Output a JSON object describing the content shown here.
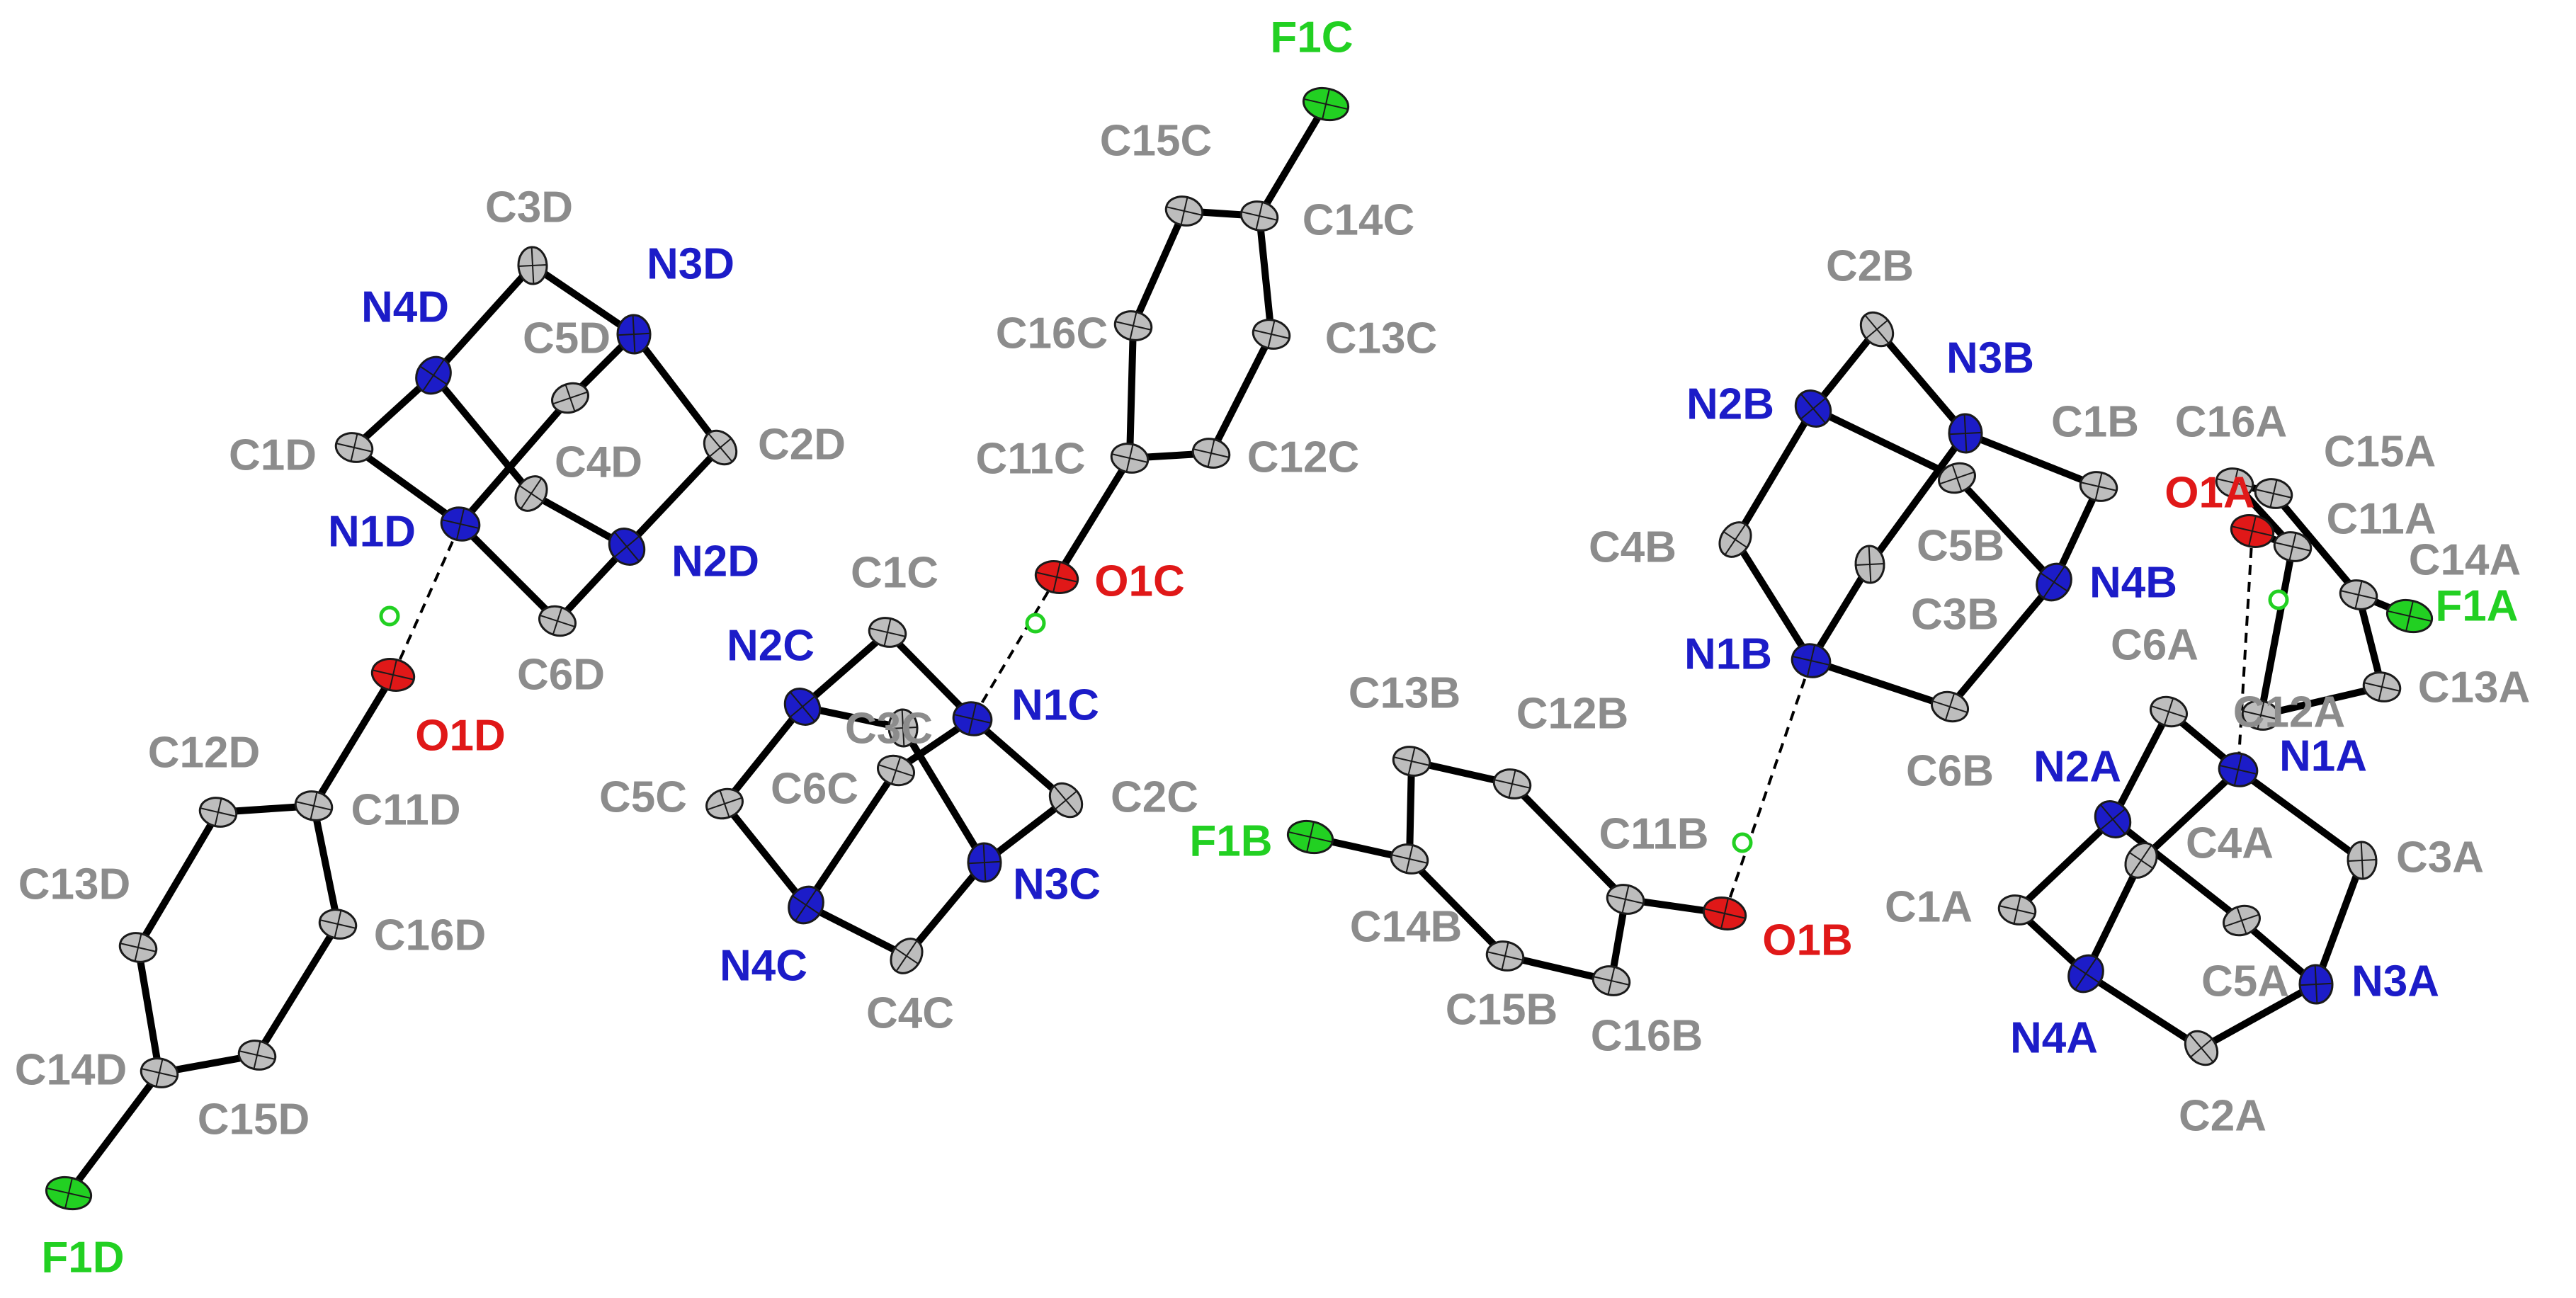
{
  "colors": {
    "C": "#bdbdbd",
    "N": "#1c1cc8",
    "O": "#e01818",
    "F": "#22d022",
    "H": "#ffffff",
    "bond": "#000000",
    "label_C": "#8c8c8c",
    "label_N": "#1c1cc8",
    "label_O": "#e01818",
    "label_F": "#22d022"
  },
  "atoms": [
    {
      "id": "C3D",
      "el": "C",
      "label": "C3D"
    },
    {
      "id": "N3D",
      "el": "N",
      "label": "N3D"
    },
    {
      "id": "N4D",
      "el": "N",
      "label": "N4D"
    },
    {
      "id": "C5D",
      "el": "C",
      "label": "C5D"
    },
    {
      "id": "C1D",
      "el": "C",
      "label": "C1D"
    },
    {
      "id": "C4D",
      "el": "C",
      "label": "C4D"
    },
    {
      "id": "C2D",
      "el": "C",
      "label": "C2D"
    },
    {
      "id": "N1D",
      "el": "N",
      "label": "N1D"
    },
    {
      "id": "N2D",
      "el": "N",
      "label": "N2D"
    },
    {
      "id": "C6D",
      "el": "C",
      "label": "C6D"
    },
    {
      "id": "H1D",
      "el": "H",
      "label": ""
    },
    {
      "id": "O1D",
      "el": "O",
      "label": "O1D"
    },
    {
      "id": "C11D",
      "el": "C",
      "label": "C11D"
    },
    {
      "id": "C12D",
      "el": "C",
      "label": "C12D"
    },
    {
      "id": "C13D",
      "el": "C",
      "label": "C13D"
    },
    {
      "id": "C16D",
      "el": "C",
      "label": "C16D"
    },
    {
      "id": "C14D",
      "el": "C",
      "label": "C14D"
    },
    {
      "id": "C15D",
      "el": "C",
      "label": "C15D"
    },
    {
      "id": "F1D",
      "el": "F",
      "label": "F1D"
    },
    {
      "id": "F1C",
      "el": "F",
      "label": "F1C"
    },
    {
      "id": "C15C",
      "el": "C",
      "label": "C15C"
    },
    {
      "id": "C14C",
      "el": "C",
      "label": "C14C"
    },
    {
      "id": "C16C",
      "el": "C",
      "label": "C16C"
    },
    {
      "id": "C13C",
      "el": "C",
      "label": "C13C"
    },
    {
      "id": "C11C",
      "el": "C",
      "label": "C11C"
    },
    {
      "id": "C12C",
      "el": "C",
      "label": "C12C"
    },
    {
      "id": "O1C",
      "el": "O",
      "label": "O1C"
    },
    {
      "id": "H1C",
      "el": "H",
      "label": ""
    },
    {
      "id": "C1C",
      "el": "C",
      "label": "C1C"
    },
    {
      "id": "N2C",
      "el": "N",
      "label": "N2C"
    },
    {
      "id": "C3C",
      "el": "C",
      "label": "C3C"
    },
    {
      "id": "N1C",
      "el": "N",
      "label": "N1C"
    },
    {
      "id": "C6C",
      "el": "C",
      "label": "C6C"
    },
    {
      "id": "C5C",
      "el": "C",
      "label": "C5C"
    },
    {
      "id": "C2C",
      "el": "C",
      "label": "C2C"
    },
    {
      "id": "N3C",
      "el": "N",
      "label": "N3C"
    },
    {
      "id": "N4C",
      "el": "N",
      "label": "N4C"
    },
    {
      "id": "C4C",
      "el": "C",
      "label": "C4C"
    },
    {
      "id": "C2B",
      "el": "C",
      "label": "C2B"
    },
    {
      "id": "N3B",
      "el": "N",
      "label": "N3B"
    },
    {
      "id": "N2B",
      "el": "N",
      "label": "N2B"
    },
    {
      "id": "C1B",
      "el": "C",
      "label": "C1B"
    },
    {
      "id": "C5B",
      "el": "C",
      "label": "C5B"
    },
    {
      "id": "C4B",
      "el": "C",
      "label": "C4B"
    },
    {
      "id": "N4B",
      "el": "N",
      "label": "N4B"
    },
    {
      "id": "C3B",
      "el": "C",
      "label": "C3B"
    },
    {
      "id": "N1B",
      "el": "N",
      "label": "N1B"
    },
    {
      "id": "C6B",
      "el": "C",
      "label": "C6B"
    },
    {
      "id": "C13B",
      "el": "C",
      "label": "C13B"
    },
    {
      "id": "C12B",
      "el": "C",
      "label": "C12B"
    },
    {
      "id": "F1B",
      "el": "F",
      "label": "F1B"
    },
    {
      "id": "C14B",
      "el": "C",
      "label": "C14B"
    },
    {
      "id": "C11B",
      "el": "C",
      "label": "C11B"
    },
    {
      "id": "H1B",
      "el": "H",
      "label": ""
    },
    {
      "id": "O1B",
      "el": "O",
      "label": "O1B"
    },
    {
      "id": "C15B",
      "el": "C",
      "label": "C15B"
    },
    {
      "id": "C16B",
      "el": "C",
      "label": "C16B"
    },
    {
      "id": "C16A",
      "el": "C",
      "label": "C16A"
    },
    {
      "id": "C15A",
      "el": "C",
      "label": "C15A"
    },
    {
      "id": "O1A",
      "el": "O",
      "label": "O1A"
    },
    {
      "id": "C11A",
      "el": "C",
      "label": "C11A"
    },
    {
      "id": "C14A",
      "el": "C",
      "label": "C14A"
    },
    {
      "id": "H1A",
      "el": "H",
      "label": ""
    },
    {
      "id": "F1A",
      "el": "F",
      "label": "F1A"
    },
    {
      "id": "C13A",
      "el": "C",
      "label": "C13A"
    },
    {
      "id": "C6A",
      "el": "C",
      "label": "C6A"
    },
    {
      "id": "C12A",
      "el": "C",
      "label": "C12A"
    },
    {
      "id": "N2A",
      "el": "N",
      "label": "N2A"
    },
    {
      "id": "N1A",
      "el": "N",
      "label": "N1A"
    },
    {
      "id": "C4A",
      "el": "C",
      "label": "C4A"
    },
    {
      "id": "C3A",
      "el": "C",
      "label": "C3A"
    },
    {
      "id": "C1A",
      "el": "C",
      "label": "C1A"
    },
    {
      "id": "C5A",
      "el": "C",
      "label": "C5A"
    },
    {
      "id": "N3A",
      "el": "N",
      "label": "N3A"
    },
    {
      "id": "N4A",
      "el": "N",
      "label": "N4A"
    },
    {
      "id": "C2A",
      "el": "C",
      "label": "C2A"
    }
  ],
  "bonds": [
    [
      "C3D",
      "N4D"
    ],
    [
      "C3D",
      "N3D"
    ],
    [
      "N4D",
      "C1D"
    ],
    [
      "N4D",
      "C4D"
    ],
    [
      "N3D",
      "C5D"
    ],
    [
      "N3D",
      "C2D"
    ],
    [
      "C5D",
      "N1D"
    ],
    [
      "C1D",
      "N1D"
    ],
    [
      "N1D",
      "C6D"
    ],
    [
      "C6D",
      "N2D"
    ],
    [
      "C4D",
      "N2D"
    ],
    [
      "C2D",
      "N2D"
    ],
    [
      "O1D",
      "C11D"
    ],
    [
      "C11D",
      "C12D"
    ],
    [
      "C11D",
      "C16D"
    ],
    [
      "C12D",
      "C13D"
    ],
    [
      "C13D",
      "C14D"
    ],
    [
      "C16D",
      "C15D"
    ],
    [
      "C15D",
      "C14D"
    ],
    [
      "C14D",
      "F1D"
    ],
    [
      "F1C",
      "C14C"
    ],
    [
      "C14C",
      "C15C"
    ],
    [
      "C14C",
      "C13C"
    ],
    [
      "C15C",
      "C16C"
    ],
    [
      "C16C",
      "C11C"
    ],
    [
      "C13C",
      "C12C"
    ],
    [
      "C11C",
      "C12C"
    ],
    [
      "C11C",
      "O1C"
    ],
    [
      "C1C",
      "N2C"
    ],
    [
      "C1C",
      "N1C"
    ],
    [
      "N2C",
      "C3C"
    ],
    [
      "N2C",
      "C5C"
    ],
    [
      "C3C",
      "N3C"
    ],
    [
      "N1C",
      "C6C"
    ],
    [
      "N1C",
      "C2C"
    ],
    [
      "C2C",
      "N3C"
    ],
    [
      "C6C",
      "N4C"
    ],
    [
      "C5C",
      "N4C"
    ],
    [
      "N4C",
      "C4C"
    ],
    [
      "C4C",
      "N3C"
    ],
    [
      "C2B",
      "N2B"
    ],
    [
      "C2B",
      "N3B"
    ],
    [
      "N2B",
      "C4B"
    ],
    [
      "N2B",
      "C5B"
    ],
    [
      "N3B",
      "C1B"
    ],
    [
      "N3B",
      "C3B"
    ],
    [
      "C1B",
      "N4B"
    ],
    [
      "C5B",
      "N4B"
    ],
    [
      "C4B",
      "N1B"
    ],
    [
      "C3B",
      "N1B"
    ],
    [
      "N1B",
      "C6B"
    ],
    [
      "C6B",
      "N4B"
    ],
    [
      "F1B",
      "C14B"
    ],
    [
      "C14B",
      "C13B"
    ],
    [
      "C14B",
      "C15B"
    ],
    [
      "C13B",
      "C12B"
    ],
    [
      "C12B",
      "C11B"
    ],
    [
      "C11B",
      "C16B"
    ],
    [
      "C15B",
      "C16B"
    ],
    [
      "C11B",
      "O1B"
    ],
    [
      "O1A",
      "C11A"
    ],
    [
      "C11A",
      "C16A"
    ],
    [
      "C11A",
      "C12A"
    ],
    [
      "C16A",
      "C15A"
    ],
    [
      "C15A",
      "C14A"
    ],
    [
      "C14A",
      "F1A"
    ],
    [
      "C14A",
      "C13A"
    ],
    [
      "C12A",
      "C13A"
    ],
    [
      "C6A",
      "N2A"
    ],
    [
      "C6A",
      "N1A"
    ],
    [
      "N1A",
      "C4A"
    ],
    [
      "N1A",
      "C3A"
    ],
    [
      "N2A",
      "C1A"
    ],
    [
      "N2A",
      "C5A"
    ],
    [
      "C4A",
      "N4A"
    ],
    [
      "C1A",
      "N4A"
    ],
    [
      "N4A",
      "C2A"
    ],
    [
      "C2A",
      "N3A"
    ],
    [
      "C3A",
      "N3A"
    ],
    [
      "C5A",
      "N3A"
    ]
  ],
  "hbonds": [
    [
      "O1D",
      "N1D"
    ],
    [
      "O1C",
      "N1C"
    ],
    [
      "O1B",
      "N1B"
    ],
    [
      "O1A",
      "N1A"
    ]
  ]
}
